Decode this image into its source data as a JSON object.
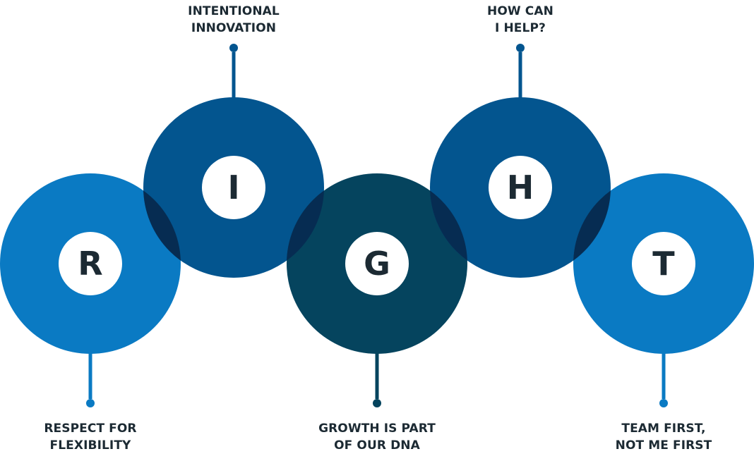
{
  "colors": {
    "light_blue": "#0a7ac3",
    "mid_blue": "#03558f",
    "dark_teal": "#05445e",
    "overlap": "#062c52",
    "text": "#1c2a33",
    "white": "#ffffff"
  },
  "nodes": [
    {
      "id": "r",
      "letter": "R",
      "lines": [
        "RESPECT FOR",
        "FLEXIBILITY"
      ]
    },
    {
      "id": "i",
      "letter": "I",
      "lines": [
        "INTENTIONAL",
        "INNOVATION"
      ]
    },
    {
      "id": "g",
      "letter": "G",
      "lines": [
        "GROWTH IS PART",
        "OF OUR DNA"
      ]
    },
    {
      "id": "h",
      "letter": "H",
      "lines": [
        "HOW CAN",
        "I HELP?"
      ]
    },
    {
      "id": "t",
      "letter": "T",
      "lines": [
        "TEAM FIRST,",
        "NOT ME FIRST"
      ]
    }
  ]
}
